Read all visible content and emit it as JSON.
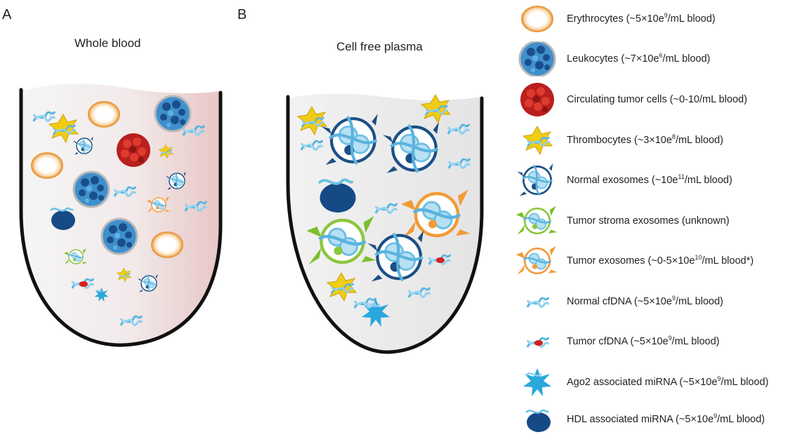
{
  "panels": [
    {
      "letter": "A",
      "title": "Whole blood"
    },
    {
      "letter": "B",
      "title": "Cell free plasma"
    }
  ],
  "legend": [
    {
      "icon": "erythrocyte-icon",
      "pre": "Erythrocytes (~5×10e",
      "sup": "9",
      "post": "/mL blood)"
    },
    {
      "icon": "leukocyte-icon",
      "pre": "Leukocytes (~7×10e",
      "sup": "6",
      "post": "/mL blood)"
    },
    {
      "icon": "circulating-tumor-cell-icon",
      "pre": "Circulating tumor cells (~0-10/mL blood)",
      "sup": "",
      "post": ""
    },
    {
      "icon": "thrombocyte-icon",
      "pre": "Thrombocytes (~3×10e",
      "sup": "8",
      "post": "/mL blood)"
    },
    {
      "icon": "normal-exosome-icon",
      "pre": "Normal exosomes (~10e",
      "sup": "11",
      "post": "/mL blood)"
    },
    {
      "icon": "tumor-stroma-exosome-icon",
      "pre": "Tumor stroma exosomes (unknown)",
      "sup": "",
      "post": ""
    },
    {
      "icon": "tumor-exosome-icon",
      "pre": "Tumor exosomes (~0-5×10e",
      "sup": "10",
      "post": "/mL blood*)"
    },
    {
      "icon": "normal-cfdna-icon",
      "pre": "Normal cfDNA (~5×10e",
      "sup": "9",
      "post": "/mL blood)"
    },
    {
      "icon": "tumor-cfdna-icon",
      "pre": "Tumor cfDNA (~5×10e",
      "sup": "9",
      "post": "/mL blood)"
    },
    {
      "icon": "ago2-mirna-icon",
      "pre": "Ago2 associated miRNA (~5×10e",
      "sup": "9",
      "post": "/mL blood)"
    },
    {
      "icon": "hdl-mirna-icon",
      "pre": "HDL associated miRNA (~5×10e",
      "sup": "9",
      "post": "/mL blood)"
    }
  ],
  "colors": {
    "erythrocyte": "#f2b36b",
    "leukocyte": "#2f7fc1",
    "ctc": "#c8201e",
    "thrombocyte": "#f2d21b",
    "exosome": "#1c4f85",
    "stroma": "#8cc63f",
    "tumor_exo": "#f29b37",
    "dna": "#6cc0e5",
    "hdl": "#154a86"
  }
}
